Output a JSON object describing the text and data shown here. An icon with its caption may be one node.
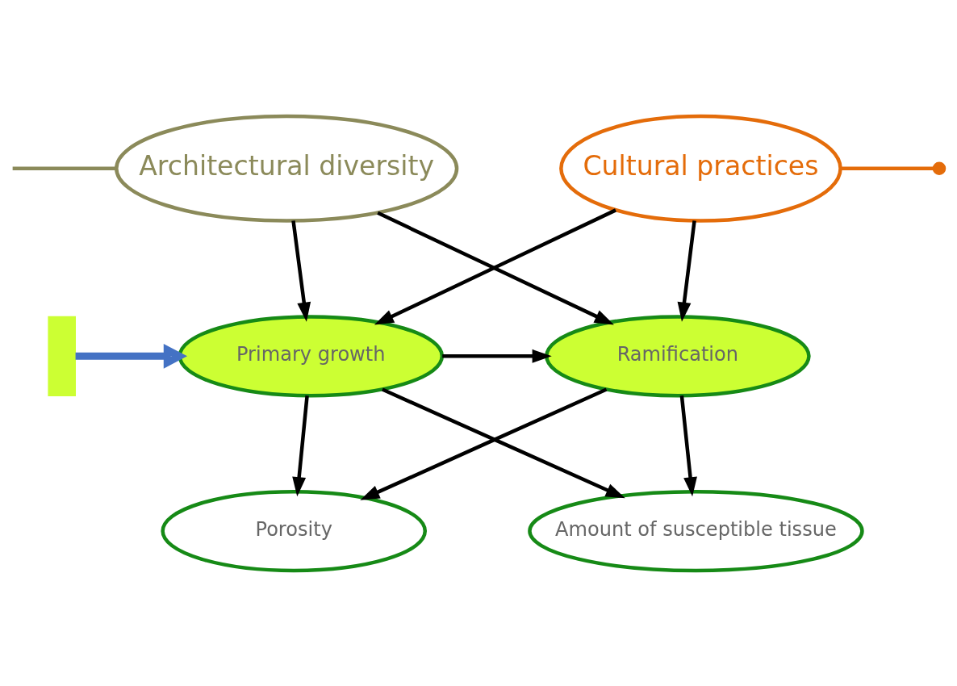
{
  "diagram": {
    "nodes": [
      {
        "text": [
          "Architectural diversity"
        ]
      },
      {
        "text": [
          "Cultural practices"
        ]
      },
      {
        "text": [],
        "shape": "box"
      },
      {
        "text": [
          "Primary growth"
        ]
      },
      {
        "text": [
          "Ramification"
        ]
      },
      {
        "text": [
          "Porosity"
        ]
      },
      {
        "text": [
          "Amount of susceptible tissue"
        ]
      }
    ],
    "edges": [
      {
        "from": null,
        "to": 0,
        "arrow": "none",
        "color": "#8b8a5a"
      },
      {
        "from": 1,
        "to": null,
        "arrow": "other",
        "color": "#e46c0a"
      },
      {
        "from": 0,
        "to": 3,
        "arrow": "to"
      },
      {
        "from": 0,
        "to": 4,
        "arrow": "to"
      },
      {
        "from": 1,
        "to": 3,
        "arrow": "to"
      },
      {
        "from": 1,
        "to": 4,
        "arrow": "to"
      },
      {
        "from": 2,
        "to": 3,
        "arrow": "to",
        "style": "thick",
        "color": "#4472c4"
      },
      {
        "from": 3,
        "to": 4,
        "arrow": "to"
      },
      {
        "from": 3,
        "to": 5,
        "arrow": "to"
      },
      {
        "from": 3,
        "to": 6,
        "arrow": "to"
      },
      {
        "from": 4,
        "to": 5,
        "arrow": "to"
      },
      {
        "from": 4,
        "to": 6,
        "arrow": "to"
      }
    ]
  }
}
